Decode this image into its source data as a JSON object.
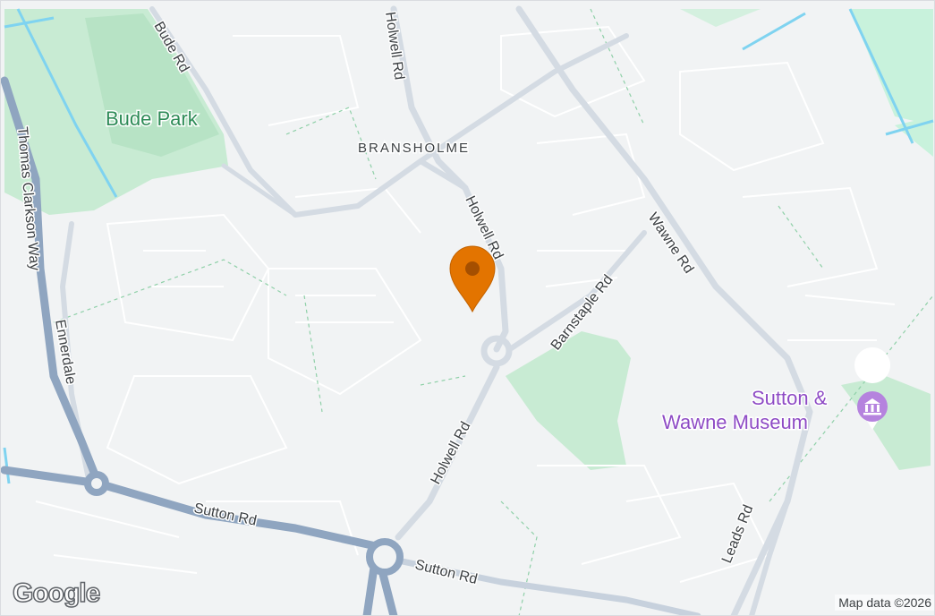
{
  "map": {
    "area_label": "BRANSHOLME",
    "parks": [
      {
        "label": "Bude Park"
      }
    ],
    "roads": [
      {
        "label": "Bude Rd"
      },
      {
        "label": "Holwell Rd"
      },
      {
        "label": "Holwell Rd"
      },
      {
        "label": "Holwell Rd"
      },
      {
        "label": "Thomas Clarkson Way"
      },
      {
        "label": "Ennerdale"
      },
      {
        "label": "Barnstaple Rd"
      },
      {
        "label": "Wawne Rd"
      },
      {
        "label": "Sutton Rd"
      },
      {
        "label": "Sutton Rd"
      },
      {
        "label": "Leads Rd"
      }
    ],
    "poi": {
      "line1": "Sutton &",
      "line2": "Wawne Museum",
      "icon": "museum-icon",
      "color": "#8e4bc5"
    },
    "pin": {
      "icon": "location-pin-icon",
      "color": "#e37400"
    },
    "logo": "Google",
    "attribution": "Map data ©2026"
  }
}
